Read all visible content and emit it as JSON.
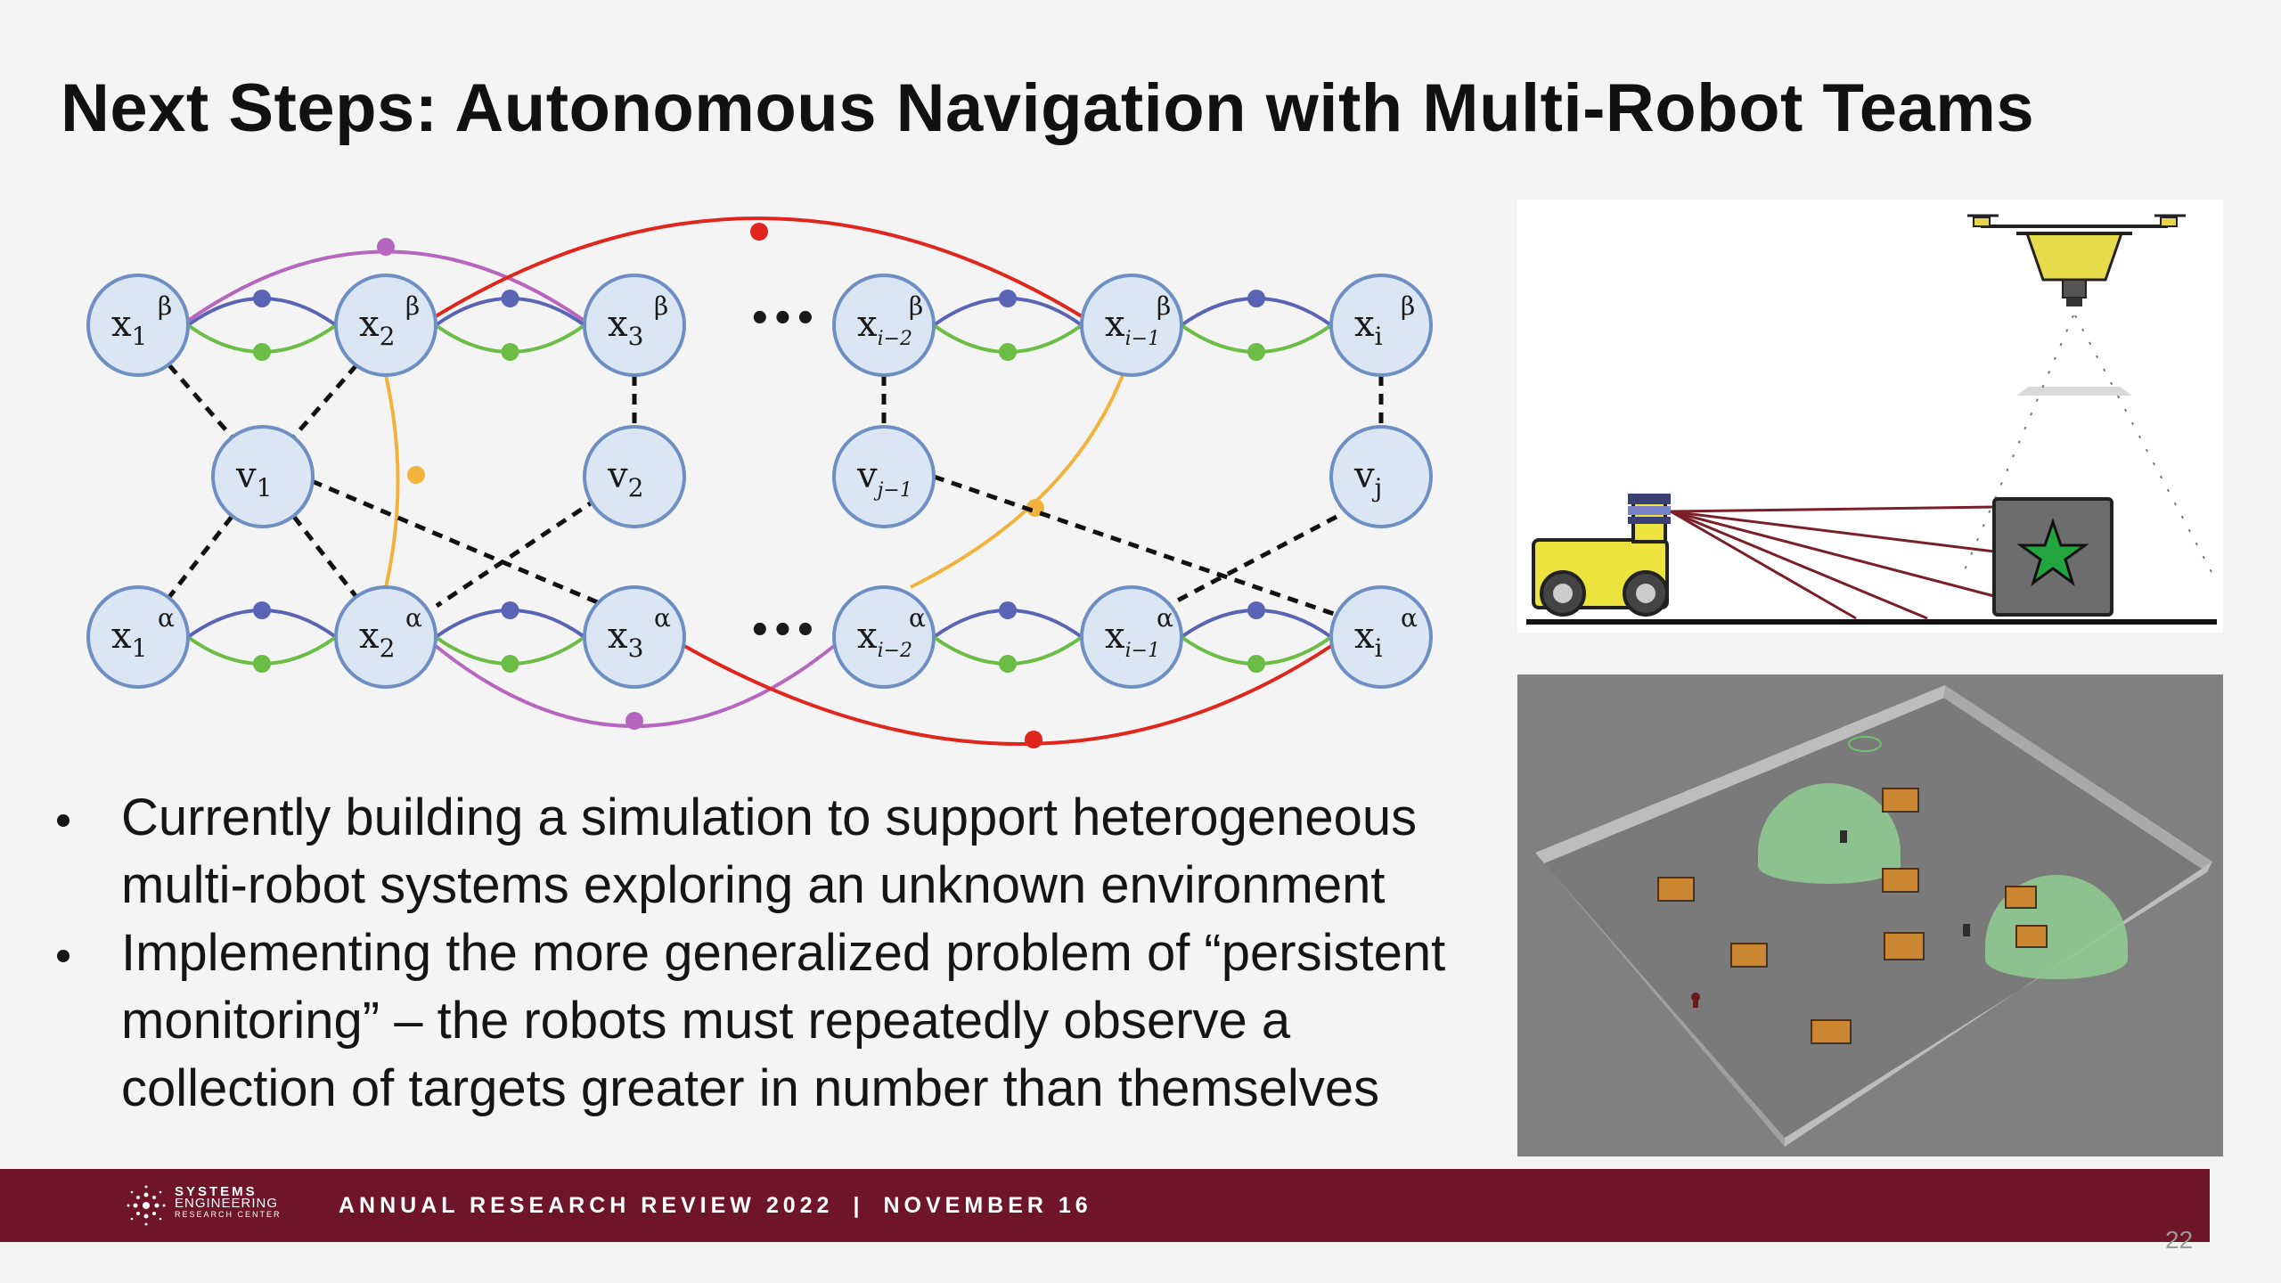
{
  "slide": {
    "title": "Next Steps: Autonomous Navigation with Multi-Robot Teams",
    "page_number": "22"
  },
  "graph": {
    "nodes_top": [
      {
        "base": "x",
        "sub": "1",
        "sup": "β"
      },
      {
        "base": "x",
        "sub": "2",
        "sup": "β"
      },
      {
        "base": "x",
        "sub": "3",
        "sup": "β"
      },
      {
        "base": "x",
        "sub": "i−2",
        "sup": "β"
      },
      {
        "base": "x",
        "sub": "i−1",
        "sup": "β"
      },
      {
        "base": "x",
        "sub": "i",
        "sup": "β"
      }
    ],
    "nodes_mid": [
      {
        "base": "v",
        "sub": "1"
      },
      {
        "base": "v",
        "sub": "2"
      },
      {
        "base": "v",
        "sub": "j−1"
      },
      {
        "base": "v",
        "sub": "j"
      }
    ],
    "nodes_bottom": [
      {
        "base": "x",
        "sub": "1",
        "sup": "α"
      },
      {
        "base": "x",
        "sub": "2",
        "sup": "α"
      },
      {
        "base": "x",
        "sub": "3",
        "sup": "α"
      },
      {
        "base": "x",
        "sub": "i−2",
        "sup": "α"
      },
      {
        "base": "x",
        "sub": "i−1",
        "sup": "α"
      },
      {
        "base": "x",
        "sub": "i",
        "sup": "α"
      }
    ],
    "ellipsis": "•••",
    "colors": {
      "node_fill": "#dbe6f5",
      "node_stroke": "#6f8fc4",
      "blue_edge": "#5a64b4",
      "green_edge": "#6cbd45",
      "purple_edge": "#b766c0",
      "red_edge": "#e0261c",
      "orange_edge": "#f2b33d",
      "dashed_edge": "#111111"
    }
  },
  "bullets": [
    {
      "text": "Currently building a simulation to support heterogeneous multi-robot systems exploring an unknown environment"
    },
    {
      "text": "Implementing the more generalized problem of “persistent monitoring” – the robots must repeatedly observe a collection of targets greater in number than themselves"
    }
  ],
  "footer": {
    "logo_line1": "SYSTEMS",
    "logo_line2": "ENGINEERING",
    "logo_line3": "RESEARCH CENTER",
    "event": "ANNUAL RESEARCH REVIEW 2022",
    "separator": "|",
    "date": "NOVEMBER 16",
    "band_color": "#6e1529"
  },
  "images": {
    "robot_diagram": {
      "icons": [
        "drone-icon",
        "ground-robot-icon",
        "lidar-sensor-icon",
        "target-box-icon",
        "star-icon"
      ],
      "star_color": "#22a43f"
    },
    "simulation": {
      "icons": [
        "walled-arena",
        "sensor-dome",
        "desk-obstacle",
        "robot-agent"
      ],
      "dome_color": "#8fc98f"
    }
  }
}
